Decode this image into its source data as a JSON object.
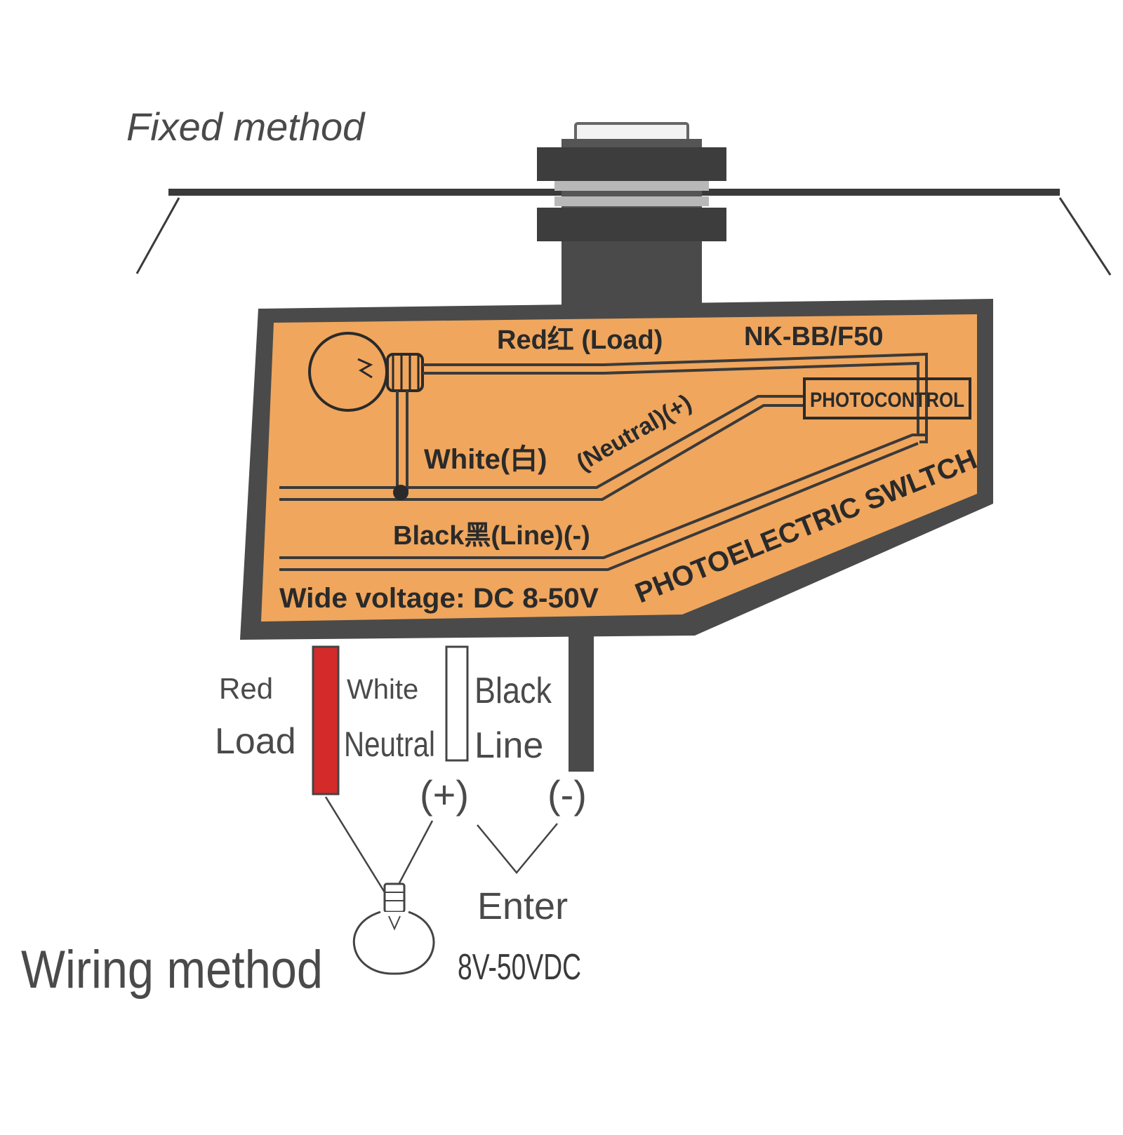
{
  "title_fixed": "Fixed method",
  "title_wiring": "Wiring method",
  "box": {
    "model": "NK-BB/F50",
    "red_wire_label": "Red红 (Load)",
    "white_wire_label_1": "White(白)",
    "white_wire_label_2": "(Neutral)(+)",
    "black_wire_label": "Black黑(Line)(-)",
    "photocontrol": "PHOTOCONTROL",
    "photoelectric": "PHOTOELECTRIC SWLTCH",
    "voltage": "Wide voltage: DC 8-50V"
  },
  "leads": {
    "red_color": "Red",
    "red_role": "Load",
    "white_color": "White",
    "white_role": "Neutral",
    "black_color": "Black",
    "black_role": "Line",
    "plus": "(+)",
    "minus": "(-)"
  },
  "supply": {
    "enter": "Enter",
    "range": "8V-50VDC"
  },
  "colors": {
    "box_fill": "#f0a65d",
    "box_border": "#4a4a4a",
    "red_lead": "#d42a2a",
    "ink": "#3a3a3a"
  },
  "icons": [
    "bulb-icon"
  ]
}
